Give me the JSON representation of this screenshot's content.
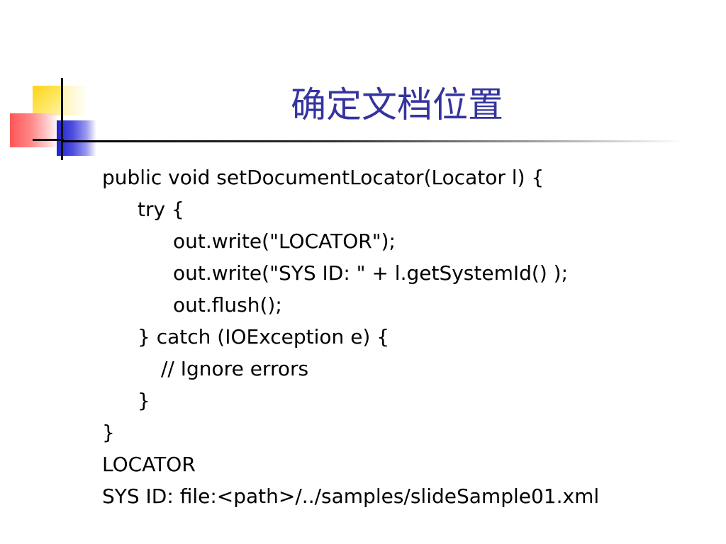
{
  "slide": {
    "title": "确定文档位置",
    "colors": {
      "title": "#3434a0",
      "text": "#000000",
      "deco_yellow": "#ffd21a",
      "deco_red": "#ff5555",
      "deco_blue": "#2222cc"
    },
    "lines": [
      {
        "text": "public void setDocumentLocator(Locator l) {",
        "indent": 0
      },
      {
        "text": "try {",
        "indent": 1
      },
      {
        "text": "out.write(\"LOCATOR\");",
        "indent": 2
      },
      {
        "text": "out.write(\"SYS ID: \" + l.getSystemId() );",
        "indent": 2
      },
      {
        "text": "out.flush();",
        "indent": 2
      },
      {
        "text": "} catch (IOException e) {",
        "indent": 1
      },
      {
        "text": "// Ignore errors",
        "indent": 3
      },
      {
        "text": "}",
        "indent": 1
      },
      {
        "text": "}",
        "indent": 0
      },
      {
        "text": "LOCATOR",
        "indent": 0
      },
      {
        "text": "SYS ID: file:<path>/../samples/slideSample01.xml",
        "indent": 0
      }
    ]
  }
}
